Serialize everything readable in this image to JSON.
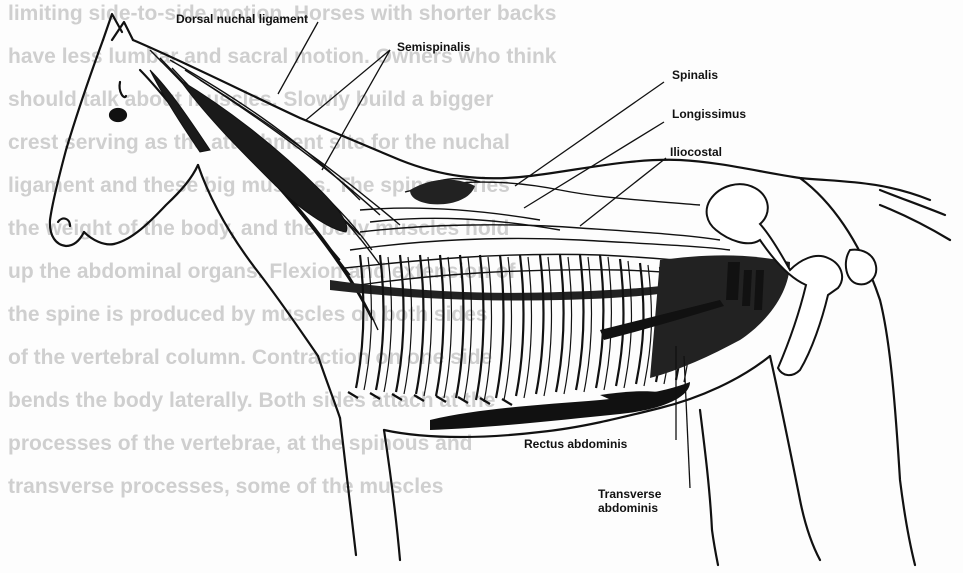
{
  "figure": {
    "labels": {
      "dorsal_nuchal_ligament": "Dorsal nuchal ligament",
      "semispinalis": "Semispinalis",
      "spinalis": "Spinalis",
      "longissimus": "Longissimus",
      "iliocostal": "Iliocostal",
      "rectus_abdominis": "Rectus abdominis",
      "transverse_abdominis": "Transverse abdominis"
    },
    "background_text_lines": [
      "limiting side-to-side motion. Horses with shorter backs",
      "have less lumbar and sacral motion. Owners who think",
      "should talk about muscles. Slowly build a bigger",
      "crest serving as the attachment site for the nuchal",
      "ligament and these big muscles. The spine carries",
      "the weight of the body, and the belly muscles hold",
      "up the abdominal organs. Flexion and extension of",
      "the spine is produced by muscles on both sides",
      "of the vertebral column. Contraction on one side",
      "bends the body laterally. Both sides attach at the",
      "processes of the vertebrae, at the spinous and",
      "transverse processes, some of the muscles"
    ]
  }
}
